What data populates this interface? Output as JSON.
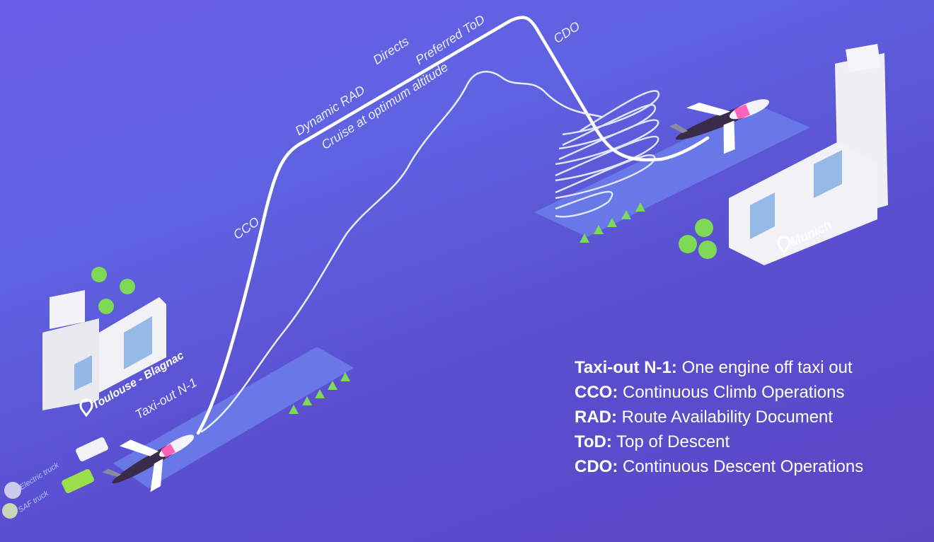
{
  "diagram": {
    "type": "flight-profile-infographic",
    "background_colors": [
      "#6a5be6",
      "#5f63e2",
      "#5a47c4"
    ],
    "accent_colors": {
      "runway": "#6f86ee",
      "trees": "#7ed957",
      "buildings": "#f2f2f6",
      "windows": "#6fa2e0",
      "aircraft_tail": "#ff3fa8",
      "aircraft_body": "#3a2b4a"
    },
    "airports": {
      "origin": {
        "name": "Toulouse - Blagnac",
        "icon": "location-pin-icon"
      },
      "destination": {
        "name": "Munich",
        "icon": "location-pin-icon"
      }
    },
    "path_labels": {
      "taxi_out": "Taxi-out N-1",
      "cco": "CCO",
      "dynamic_rad": "Dynamic RAD",
      "directs": "Directs",
      "cruise": "Cruise at optimum altitude",
      "preferred_tod": "Preferred ToD",
      "cdo": "CDO"
    },
    "ground_vehicles": [
      {
        "label": "Electric truck",
        "icon": "electric-truck-icon"
      },
      {
        "label": "SAF truck",
        "icon": "saf-truck-icon"
      }
    ],
    "legend": [
      {
        "term": "Taxi-out N-1:",
        "definition": "One engine off taxi out"
      },
      {
        "term": "CCO:",
        "definition": "Continuous Climb Operations"
      },
      {
        "term": "RAD:",
        "definition": "Route Availability Document"
      },
      {
        "term": "ToD:",
        "definition": "Top of Descent"
      },
      {
        "term": "CDO:",
        "definition": "Continuous Descent Operations"
      }
    ]
  }
}
